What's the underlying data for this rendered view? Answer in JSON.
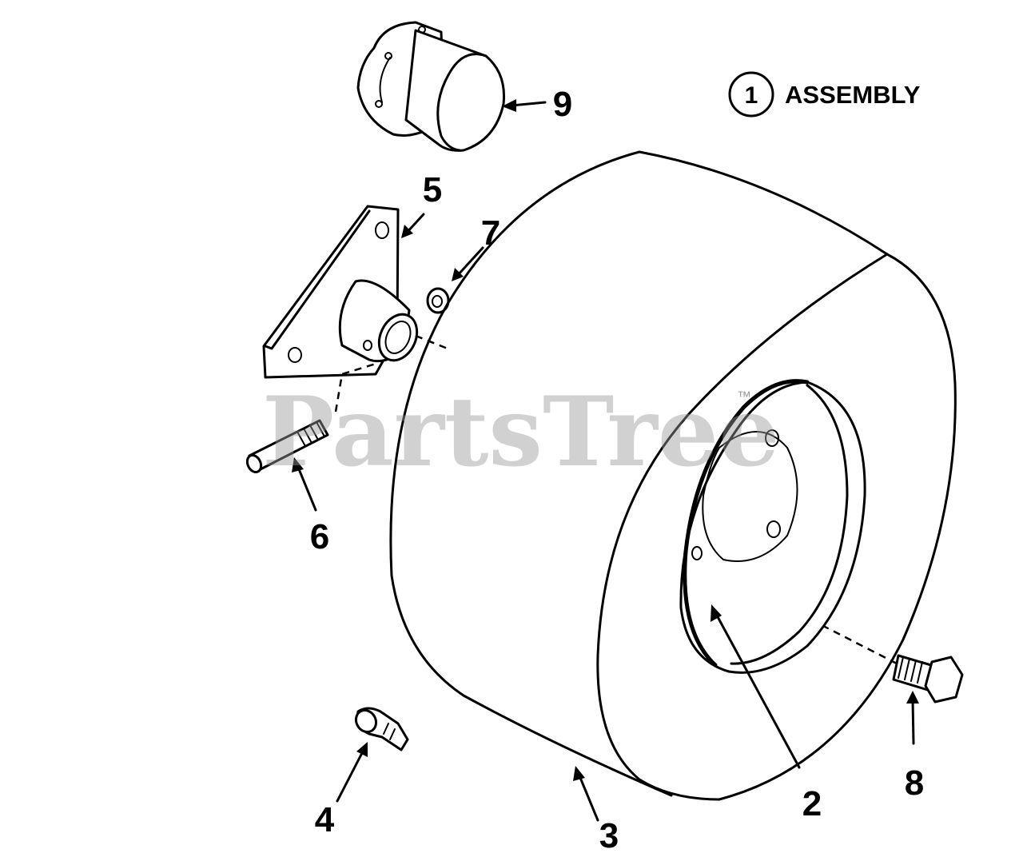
{
  "legend": {
    "number": "1",
    "label": "ASSEMBLY"
  },
  "watermark": {
    "text": "PartsTree",
    "mark": "™"
  },
  "callouts": {
    "c2": "2",
    "c3": "3",
    "c4": "4",
    "c5": "5",
    "c6": "6",
    "c7": "7",
    "c8": "8",
    "c9": "9"
  }
}
